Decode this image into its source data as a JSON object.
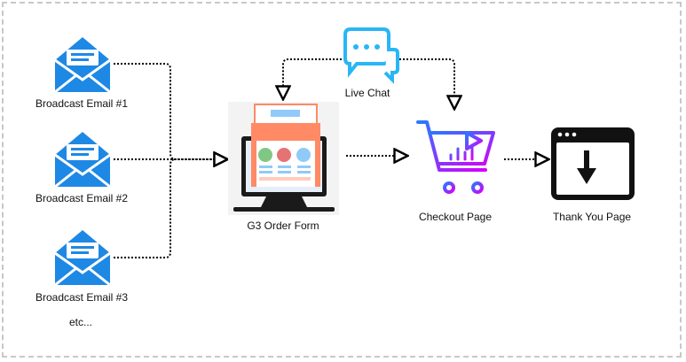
{
  "nodes": {
    "email_1": {
      "label": "Broadcast Email #1",
      "icon": "envelope-icon"
    },
    "email_2": {
      "label": "Broadcast Email #2",
      "icon": "envelope-icon"
    },
    "email_3": {
      "label": "Broadcast Email #3",
      "icon": "envelope-icon"
    },
    "etc": {
      "label": "etc..."
    },
    "order_form": {
      "label": "G3 Order Form",
      "icon": "monitor-form-icon"
    },
    "live_chat": {
      "label": "Live Chat",
      "icon": "chat-bubbles-icon"
    },
    "checkout": {
      "label": "Checkout Page",
      "icon": "shopping-cart-icon"
    },
    "thank_you": {
      "label": "Thank You Page",
      "icon": "download-window-icon"
    }
  },
  "edges": [
    {
      "from": "Broadcast Email #1",
      "to": "G3 Order Form"
    },
    {
      "from": "Broadcast Email #2",
      "to": "G3 Order Form"
    },
    {
      "from": "Broadcast Email #3",
      "to": "G3 Order Form"
    },
    {
      "from": "Live Chat",
      "to": "G3 Order Form"
    },
    {
      "from": "Live Chat",
      "to": "Checkout Page"
    },
    {
      "from": "G3 Order Form",
      "to": "Checkout Page"
    },
    {
      "from": "Checkout Page",
      "to": "Thank You Page"
    }
  ],
  "colors": {
    "envelope": "#1e88e5",
    "envelope_light": "#64b5f6",
    "chat": "#4fc3f7",
    "form_orange": "#ff8a65",
    "cart_start": "#2979ff",
    "cart_end": "#d500f9",
    "thank_you": "#111111",
    "connector": "#000000"
  }
}
